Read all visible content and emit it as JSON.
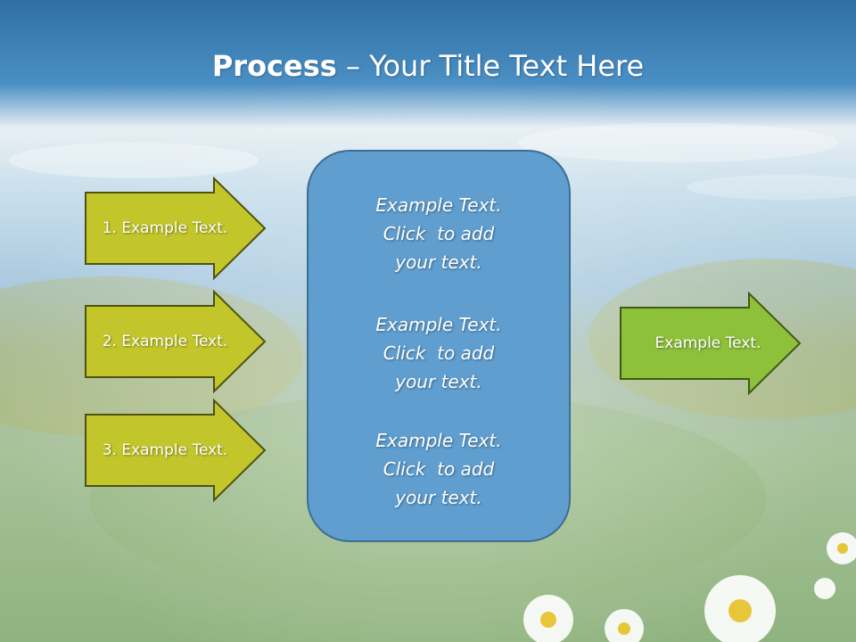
{
  "slide": {
    "title_bold": "Process",
    "title_rest": " – Your Title Text Here"
  },
  "inputs": [
    {
      "label": "1. Example Text."
    },
    {
      "label": "2. Example Text."
    },
    {
      "label": "3. Example Text."
    }
  ],
  "center": {
    "blocks": [
      {
        "line1": "Example Text.",
        "line2": "Click  to add",
        "line3": "your text."
      },
      {
        "line1": "Example Text.",
        "line2": "Click  to add",
        "line3": "your text."
      },
      {
        "line1": "Example Text.",
        "line2": "Click  to add",
        "line3": "your text."
      }
    ]
  },
  "output": {
    "label": "Example Text."
  },
  "colors": {
    "input_arrow": "#c3c62a",
    "input_arrow_border": "#4e5212",
    "output_arrow": "#8dc13a",
    "output_arrow_border": "#3e5a14",
    "center_box": "#5f9ecf",
    "sky_top": "#2f72a8"
  }
}
